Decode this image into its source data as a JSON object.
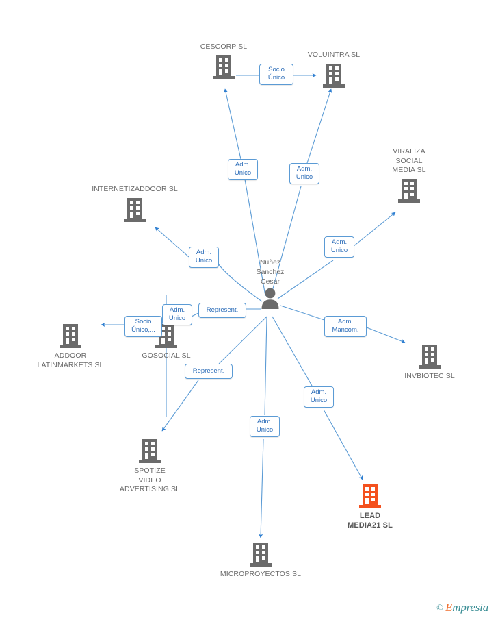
{
  "diagram": {
    "type": "corporate-relationship-network",
    "center_person": {
      "name": "Nuñez\nSanchez\nCesar",
      "icon": "person-icon"
    },
    "highlight_color": "#f4511e",
    "node_color": "#6b6b6b",
    "edge_color": "#5b9bd5",
    "tag_text_color": "#2b6cb8",
    "companies": [
      {
        "id": "cescorp",
        "label": "CESCORP SL",
        "icon": "building-icon",
        "highlighted": false
      },
      {
        "id": "voluintra",
        "label": "VOLUINTRA SL",
        "icon": "building-icon",
        "highlighted": false
      },
      {
        "id": "viraliza",
        "label": "VIRALIZA\nSOCIAL\nMEDIA SL",
        "icon": "building-icon",
        "highlighted": false
      },
      {
        "id": "internetiz",
        "label": "INTERNETIZADDOOR SL",
        "icon": "building-icon",
        "highlighted": false
      },
      {
        "id": "addoor",
        "label": "ADDOOR\nLATINMARKETS SL",
        "icon": "building-icon",
        "highlighted": false
      },
      {
        "id": "gosocial",
        "label": "GOSOCIAL SL",
        "icon": "building-icon",
        "highlighted": false
      },
      {
        "id": "invbiotec",
        "label": "INVBIOTEC SL",
        "icon": "building-icon",
        "highlighted": false
      },
      {
        "id": "spotize",
        "label": "SPOTIZE\nVIDEO\nADVERTISING SL",
        "icon": "building-icon",
        "highlighted": false
      },
      {
        "id": "microproy",
        "label": "MICROPROYECTOS SL",
        "icon": "building-icon",
        "highlighted": false
      },
      {
        "id": "leadmedia",
        "label": "LEAD\nMEDIA21 SL",
        "icon": "building-icon",
        "highlighted": true
      }
    ],
    "relations": [
      {
        "id": "r-cescorp-voluintra",
        "label": "Socio\nÚnico",
        "from": "cescorp",
        "to": "voluintra"
      },
      {
        "id": "r-cescorp",
        "label": "Adm.\nUnico",
        "from": "person",
        "to": "cescorp"
      },
      {
        "id": "r-voluintra",
        "label": "Adm.\nUnico",
        "from": "person",
        "to": "voluintra"
      },
      {
        "id": "r-viraliza",
        "label": "Adm.\nUnico",
        "from": "person",
        "to": "viraliza"
      },
      {
        "id": "r-internetiz",
        "label": "Adm.\nUnico",
        "from": "person",
        "to": "internetiz"
      },
      {
        "id": "r-gosocial-addoor",
        "label": "Socio\nÚnico,...",
        "from": "gosocial",
        "to": "addoor"
      },
      {
        "id": "r-gosocial",
        "label": "Adm.\nUnico",
        "from": "person",
        "to": "gosocial"
      },
      {
        "id": "r-represent-top",
        "label": "Represent.",
        "from": "person",
        "to": "gosocial"
      },
      {
        "id": "r-invbiotec",
        "label": "Adm.\nMancom.",
        "from": "person",
        "to": "invbiotec"
      },
      {
        "id": "r-represent-bottom",
        "label": "Represent.",
        "from": "person",
        "to": "spotize"
      },
      {
        "id": "r-microproy",
        "label": "Adm.\nUnico",
        "from": "person",
        "to": "microproy"
      },
      {
        "id": "r-leadmedia",
        "label": "Adm.\nUnico",
        "from": "person",
        "to": "leadmedia"
      }
    ]
  },
  "watermark": {
    "copyright": "©",
    "brand_first_letter": "E",
    "brand_rest": "mpresia"
  }
}
